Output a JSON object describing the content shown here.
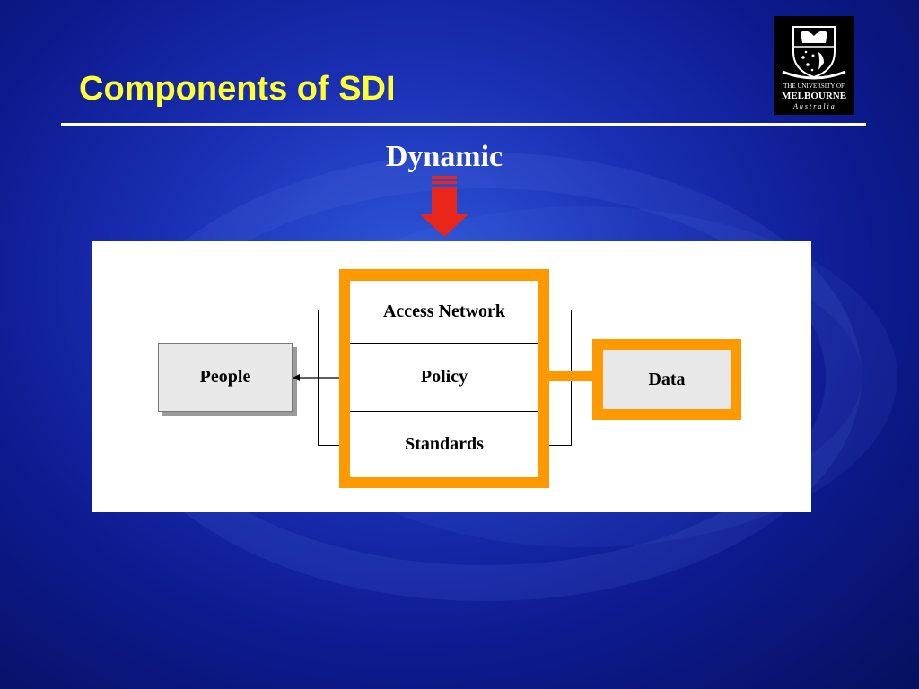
{
  "slide": {
    "title": "Components of SDI"
  },
  "logo": {
    "line1": "THE UNIVERSITY OF",
    "line2": "MELBOURNE",
    "line3": "A u s t r a l i a"
  },
  "diagram": {
    "top_label": "Dynamic",
    "people_label": "People",
    "center_items": [
      "Access Network",
      "Policy",
      "Standards"
    ],
    "data_label": "Data"
  },
  "colors": {
    "title": "#ffff33",
    "highlight": "#ff9900",
    "arrow": "#e8261a",
    "box_fill": "#e8e8e8"
  }
}
